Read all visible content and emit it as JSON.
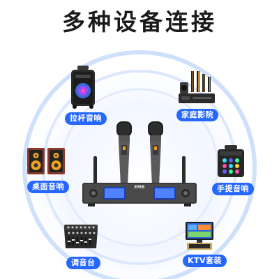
{
  "title": "多种设备连接",
  "colors": {
    "accent": "#2567ff",
    "ring": "#c9dcfa",
    "glow": "#e8f0ff"
  },
  "devices": [
    {
      "label": "拉杆音响",
      "icon": "trolley-speaker-icon"
    },
    {
      "label": "家庭影院",
      "icon": "home-theater-icon"
    },
    {
      "label": "桌面音响",
      "icon": "desktop-speakers-icon"
    },
    {
      "label": "手提音响",
      "icon": "portable-speaker-icon"
    },
    {
      "label": "调音台",
      "icon": "mixing-console-icon"
    },
    {
      "label": "KTV套装",
      "icon": "ktv-set-icon"
    }
  ],
  "receiver": {
    "brand": "EMB"
  }
}
